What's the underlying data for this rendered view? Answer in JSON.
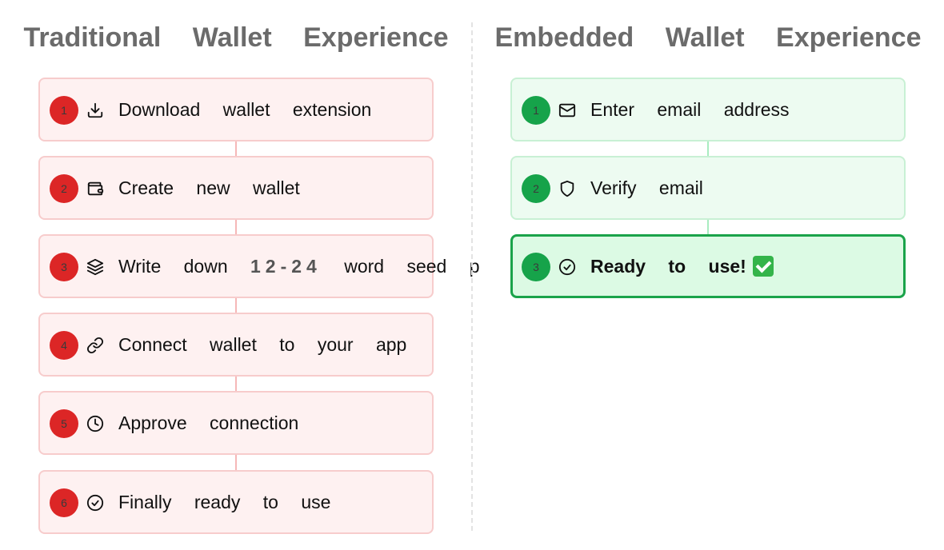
{
  "traditional": {
    "title": "Traditional Wallet Experience",
    "steps": [
      {
        "number": "1",
        "icon": "download-icon",
        "text": "Download wallet extension"
      },
      {
        "number": "2",
        "icon": "wallet-icon",
        "text": "Create new wallet"
      },
      {
        "number": "3",
        "icon": "layers-icon",
        "text_before": "Write down",
        "text_digits": "12-24",
        "text_after": "word seed p"
      },
      {
        "number": "4",
        "icon": "link-icon",
        "text": "Connect wallet to your app"
      },
      {
        "number": "5",
        "icon": "clock-icon",
        "text": "Approve connection"
      },
      {
        "number": "6",
        "icon": "check-circle-icon",
        "text": "Finally ready to use"
      }
    ],
    "colors": {
      "badge": "#dc2626",
      "card_bg": "#fef1f1",
      "card_border": "#f7cccc"
    }
  },
  "embedded": {
    "title": "Embedded Wallet Experience",
    "steps": [
      {
        "number": "1",
        "icon": "mail-icon",
        "text": "Enter email address"
      },
      {
        "number": "2",
        "icon": "shield-icon",
        "text": "Verify email"
      },
      {
        "number": "3",
        "icon": "check-circle-icon",
        "text": "Ready to use!",
        "emoji": "check-mark-button-icon"
      }
    ],
    "colors": {
      "badge": "#16a34a",
      "card_bg": "#edfbf1",
      "card_border": "#c8f0d4",
      "final_border": "#1aa34a"
    }
  }
}
